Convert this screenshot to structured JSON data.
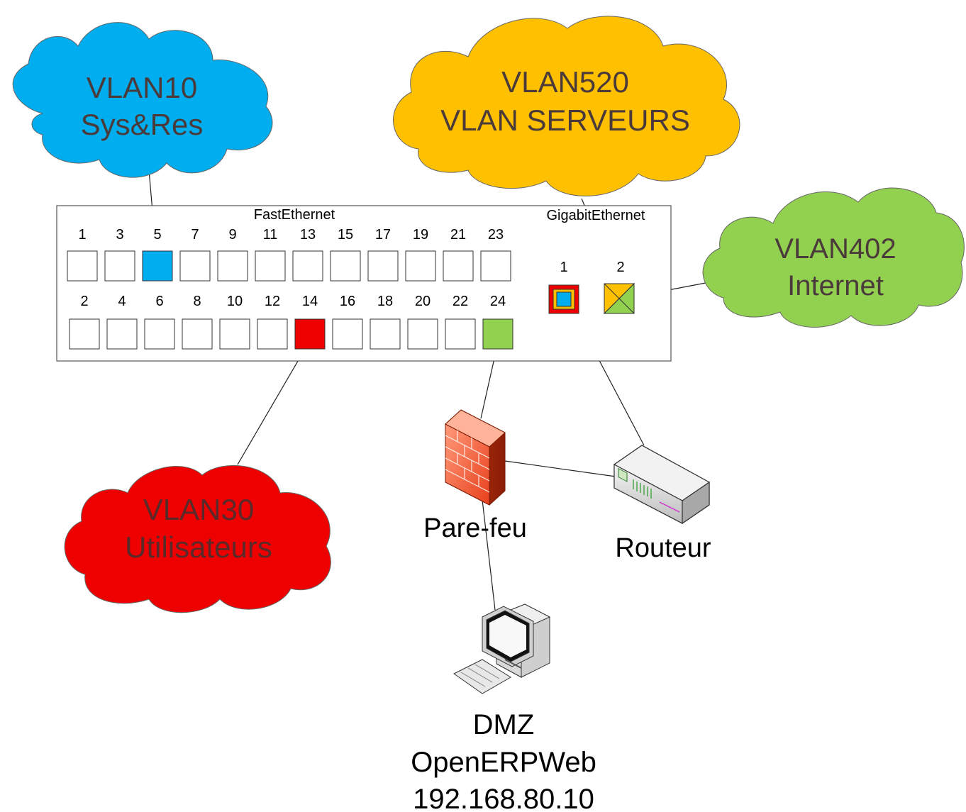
{
  "clouds": {
    "vlan10": {
      "line1": "VLAN10",
      "line2": "Sys&Res",
      "color": "#00AEEF",
      "text_color": "#4a3a3a"
    },
    "vlan520": {
      "line1": "VLAN520",
      "line2": "VLAN SERVEURS",
      "color": "#FFC000",
      "text_color": "#4a3a3a"
    },
    "vlan402": {
      "line1": "VLAN402",
      "line2": "Internet",
      "color": "#92D050",
      "text_color": "#4a3a3a"
    },
    "vlan30": {
      "line1": "VLAN30",
      "line2": "Utilisateurs",
      "color": "#EE0000",
      "text_color": "#5a2a2a"
    }
  },
  "switch": {
    "fast_label": "FastEthernet",
    "gigabit_label": "GigabitEthernet",
    "odd_ports": [
      "1",
      "3",
      "5",
      "7",
      "9",
      "11",
      "13",
      "15",
      "17",
      "19",
      "21",
      "23"
    ],
    "even_ports": [
      "2",
      "4",
      "6",
      "8",
      "10",
      "12",
      "14",
      "16",
      "18",
      "20",
      "22",
      "24"
    ],
    "gig_ports": [
      "1",
      "2"
    ],
    "port_colors": {
      "5": "#00AEEF",
      "14": "#EE0000",
      "24": "#92D050"
    }
  },
  "devices": {
    "firewall": "Pare-feu",
    "router": "Routeur",
    "dmz": {
      "line1": "DMZ",
      "line2": "OpenERPWeb",
      "line3": "192.168.80.10"
    }
  }
}
